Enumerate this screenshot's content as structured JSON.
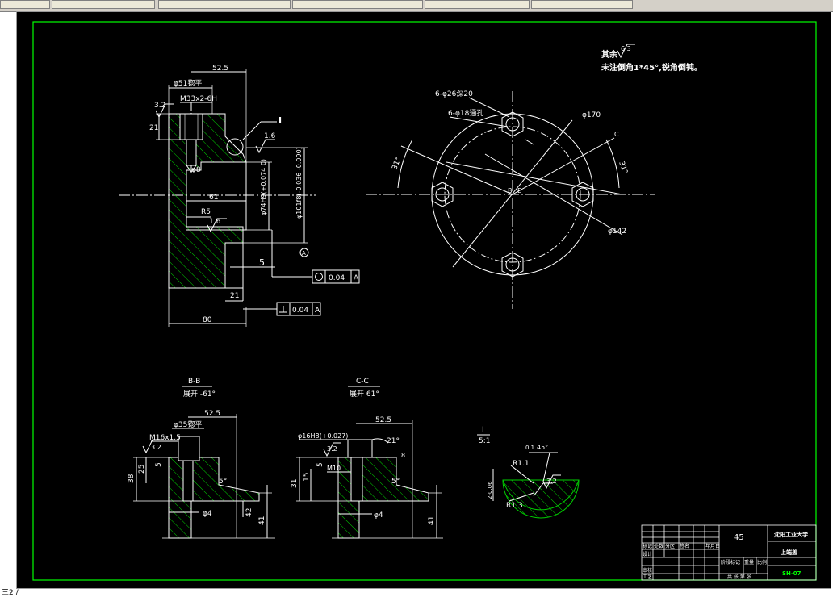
{
  "app": {
    "status_text": "三2 /"
  },
  "notes": {
    "other_label": "其余",
    "roughness_other": "6.3",
    "chamfer_note": "未注倒角1*45°,锐角倒钝。"
  },
  "main_view": {
    "dim_top": "52.5",
    "dim_spotface": "φ51锪平",
    "dim_thread": "M33x2-6H",
    "rough_top": "3.2",
    "dim_21_left": "21",
    "detail_label": "I",
    "rough_16a": "1.6",
    "dim_phi8": "φ8",
    "dim_61": "61",
    "dim_r5": "R5",
    "rough_16b": "1.6",
    "dim_bore": "φ74H9(+0.074 0)",
    "dim_outer": "φ101f8(-0.036 -0.090)",
    "datum_a": "A",
    "dim_5": "5",
    "dim_21_bottom": "21",
    "dim_80": "80",
    "tol1_value": "0.04",
    "tol1_datum": "A",
    "tol2_value": "0.04",
    "tol2_datum": "A"
  },
  "right_view": {
    "holes_26": "6-φ26深20",
    "holes_18": "6-φ18通孔",
    "dim_170": "φ170",
    "dim_142": "φ142",
    "angle_left": "31°",
    "angle_right": "31°",
    "section_b": "B",
    "section_c": "C",
    "center_e": "E"
  },
  "section_bb": {
    "title": "B-B",
    "subtitle": "展开 -61°",
    "dim_52": "52.5",
    "dim_m16": "M16x1.5",
    "dim_spot": "φ35锪平",
    "rough": "3.2",
    "dim_38": "38",
    "dim_25": "25",
    "dim_5": "5",
    "angle": "5°",
    "dim_phi4": "φ4",
    "dim_42": "42",
    "dim_41": "41"
  },
  "section_cc": {
    "title": "C-C",
    "subtitle": "展开 61°",
    "dim_52": "52.5",
    "dim_bore": "φ16H8(+0.027)",
    "rough": "3.2",
    "angle_21": "21°",
    "dim_31": "31",
    "dim_15": "15",
    "dim_5": "5",
    "dim_m10": "M10",
    "angle": "5°",
    "dim_phi4": "φ4",
    "dim_41": "41",
    "dim_8": "8"
  },
  "detail_i": {
    "title": "I",
    "scale": "5:1",
    "r1": "R1.1",
    "angle": "45°",
    "rough": "3.2",
    "r2": "R1.3",
    "dim_left": "2-0.06",
    "dim_top": "0.1"
  },
  "title_block": {
    "material": "45",
    "school": "沈阳工业大学",
    "part_name": "上端盖",
    "drawing_no": "SH-07",
    "row1_a": "标记",
    "row1_b": "处数",
    "row1_c": "分区",
    "row1_d": "更改文件号",
    "row1_e": "签名",
    "row1_f": "年月日",
    "row2_a": "设计",
    "row3_a": "审核",
    "row4_a": "工艺",
    "stage": "阶段标记",
    "weight": "重量",
    "scale": "比例",
    "sheet": "共 张 第 张"
  },
  "colors": {
    "background": "#000000",
    "line": "#ffffff",
    "hatch": "#00d000",
    "border": "#00ff00",
    "cyan": "#00ffff",
    "yellow": "#ffff00"
  }
}
